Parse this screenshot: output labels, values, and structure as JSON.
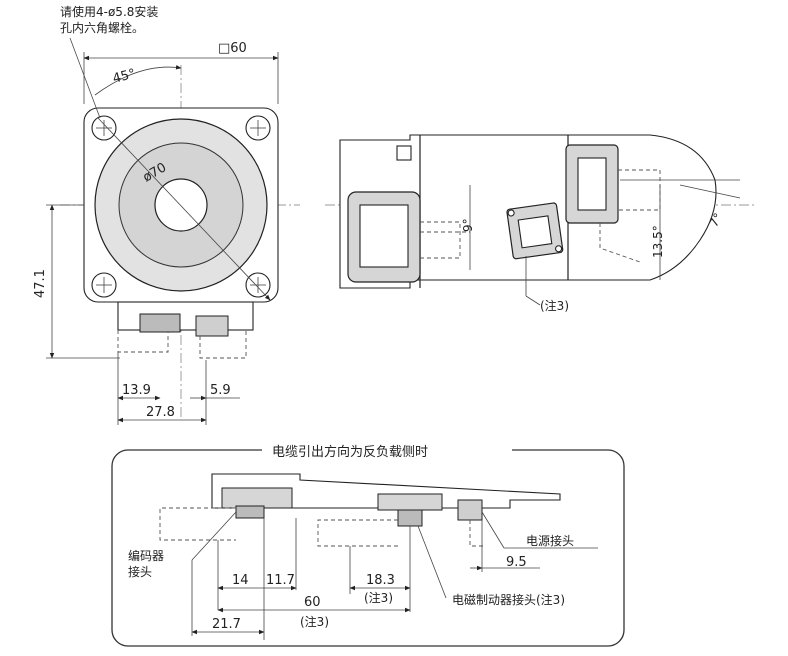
{
  "front_view": {
    "mount_note_line1": "请使用4-ø5.8安装",
    "mount_note_line2": "孔内六角螺栓。",
    "square_size": "□60",
    "angle": "45°",
    "pcd": "ø70",
    "height": "47.1",
    "dim_left": "13.9",
    "dim_right": "5.9",
    "dim_total": "27.8"
  },
  "side_view": {
    "angle_9": "9°",
    "dim_13_5": "13.5°",
    "angle_7": "7°",
    "note3": "(注3)"
  },
  "reverse_box": {
    "title": "电缆引出方向为反负载侧时",
    "encoder_line1": "编码器",
    "encoder_line2": "接头",
    "power_label": "电源接头",
    "brake_label": "电磁制动器接头(注3)",
    "dim_9_5": "9.5",
    "dim_14": "14",
    "dim_11_7": "11.7",
    "dim_18_3": "18.3",
    "dim_18_3_note": "(注3)",
    "dim_60": "60",
    "dim_60_note": "(注3)",
    "dim_21_7": "21.7"
  }
}
